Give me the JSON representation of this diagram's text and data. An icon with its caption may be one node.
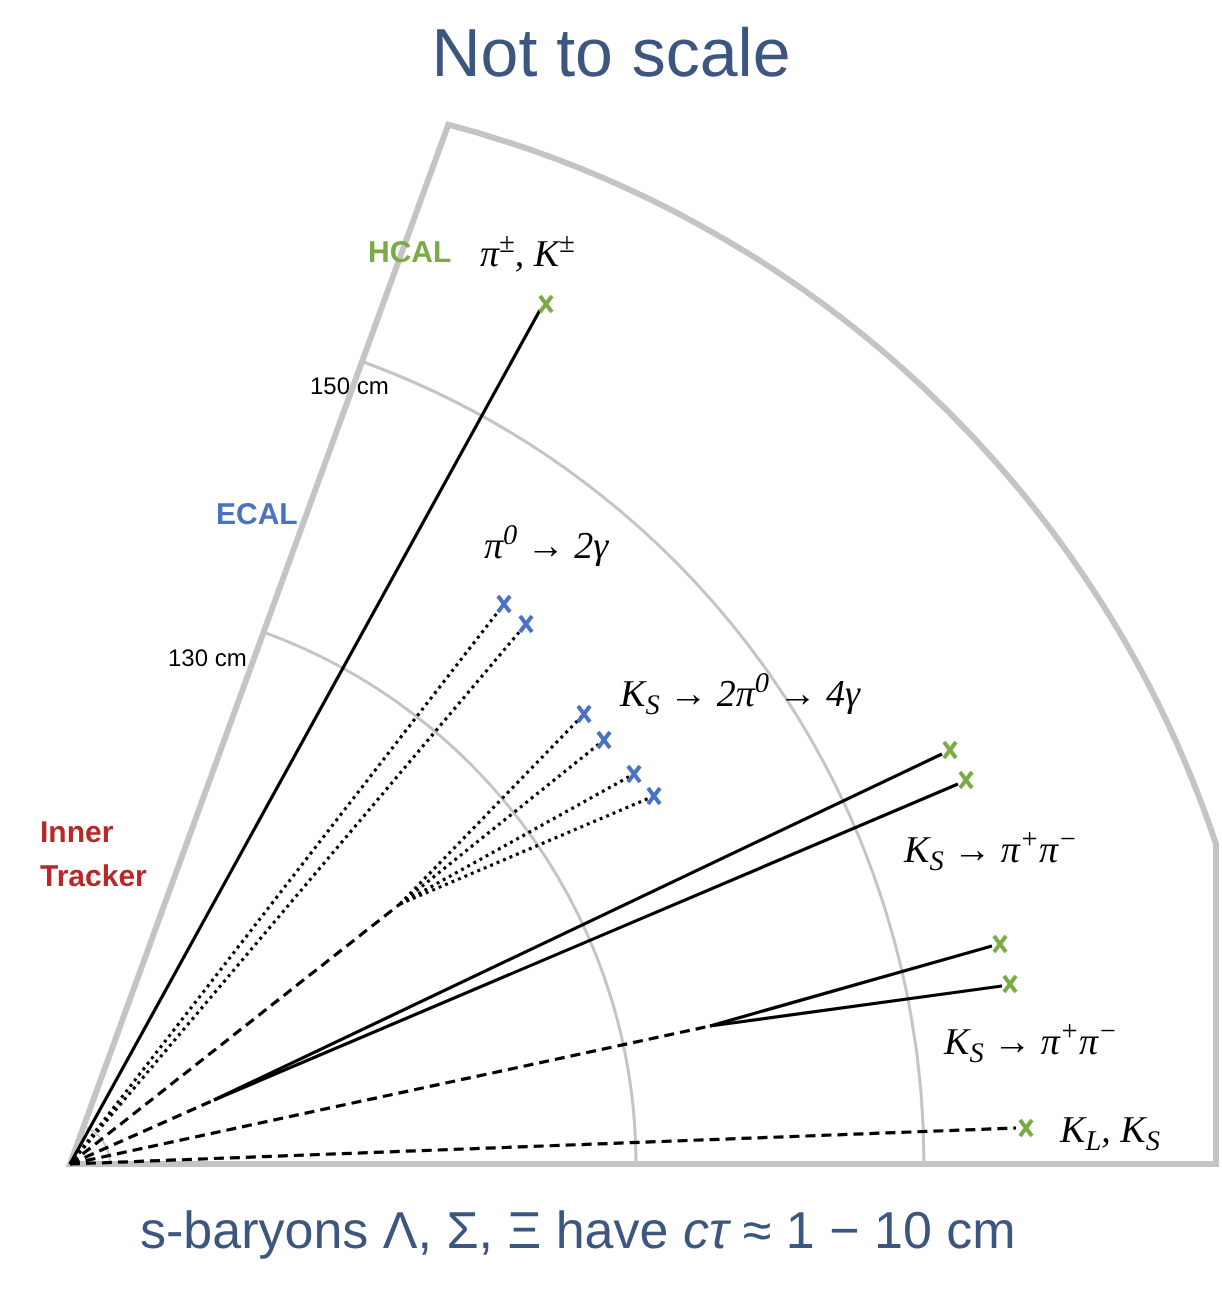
{
  "diagram": {
    "title": "Not to scale",
    "caption": "s-baryons Λ, Σ, Ξ have *cτ* ≈ 1 − 10 cm",
    "labels": [
      "HCAL",
      "π$^{±}$, K$^{±}$",
      "150 cm",
      "ECAL",
      "π$^{0}$ → 2γ",
      "130 cm",
      "K$_{S}$ → 2π$^{0}$ → 4γ",
      "Inner Tracker",
      "K$_{S}$ → π$^{+}$π$^{−}$",
      "K$_{S}$ → π$^{+}$π$^{−}$",
      "K$_{L}$, K$_{S}$"
    ]
  }
}
